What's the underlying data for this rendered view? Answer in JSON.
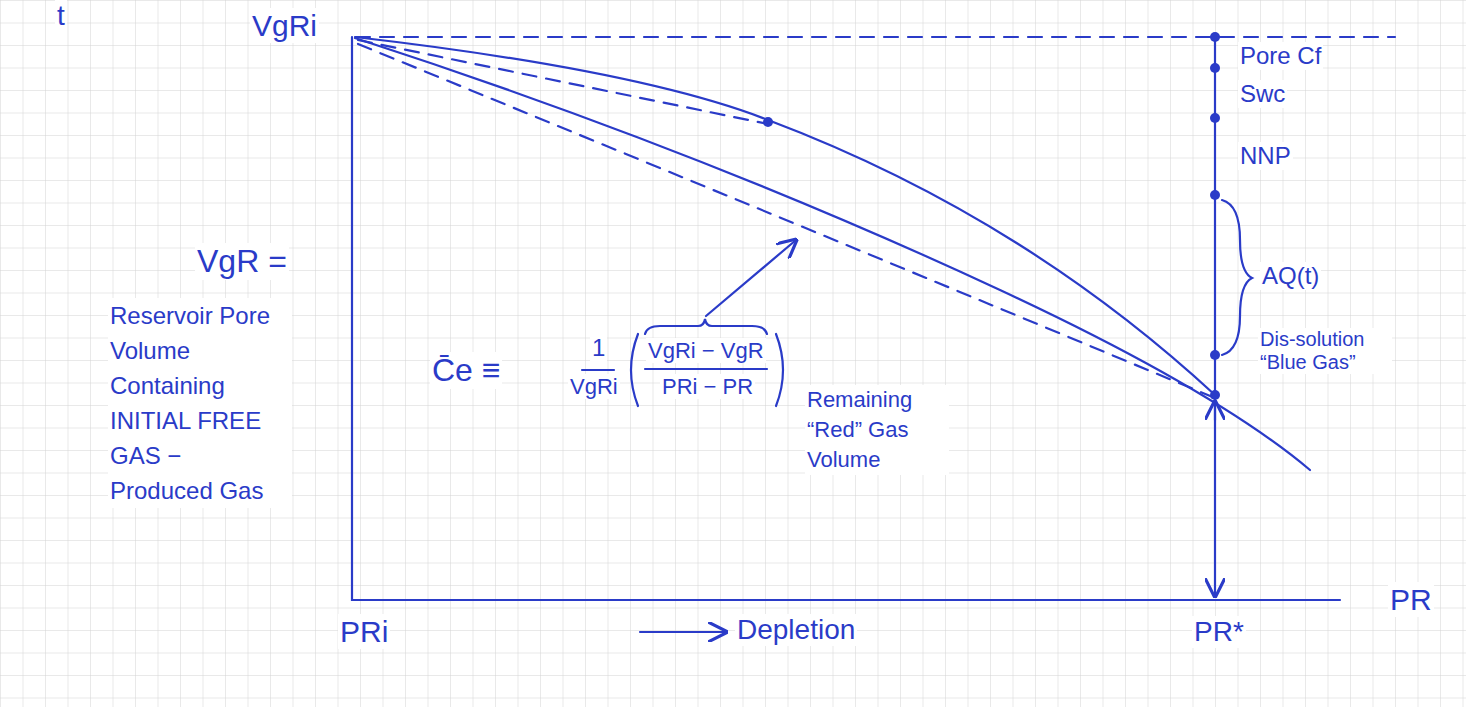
{
  "diagram": {
    "labels": [
      "t",
      "VgRi",
      "VgR =",
      "Reservoir Pore Volume Containing INITIAL FREE GAS − Produced Gas",
      "C̄e ≡",
      "1",
      "VgRi",
      "VgRi − VgR",
      "PRi − PR",
      "Remaining “Red” Gas Volume",
      "Pore Cf",
      "Swc",
      "NNP",
      "AQ(t)",
      "Dis-solution “Blue Gas”",
      "PRi",
      "Depletion",
      "PR*",
      "PR"
    ]
  }
}
